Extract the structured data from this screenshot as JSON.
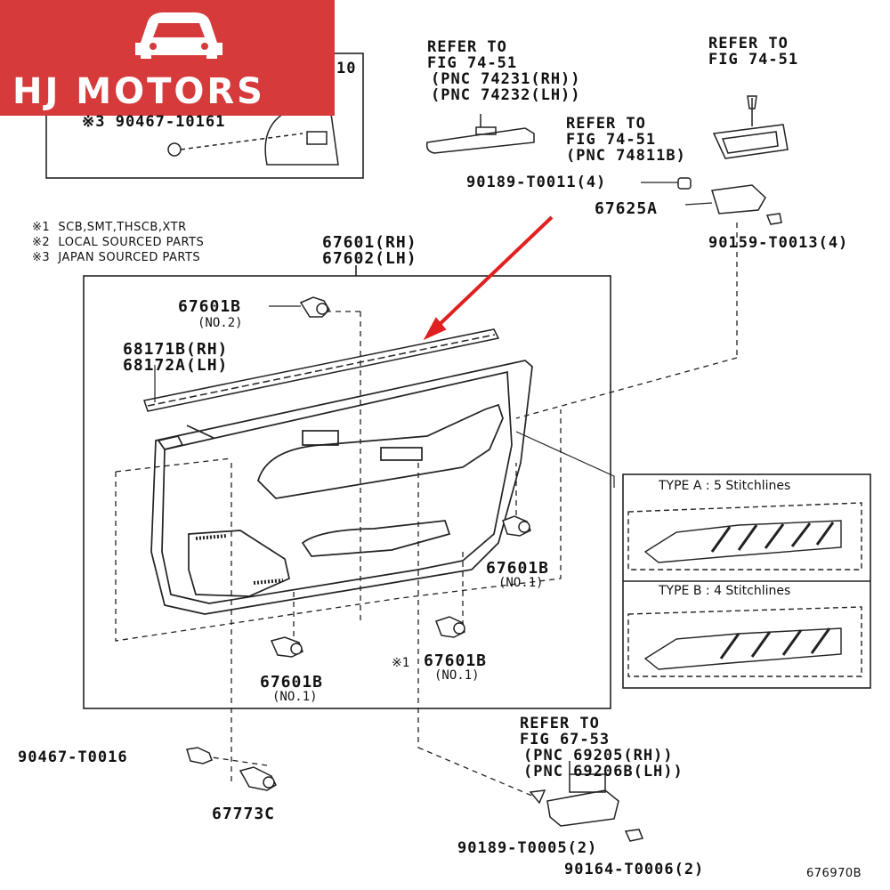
{
  "brand": {
    "name": "HJ MOTORS",
    "icon": "car-icon",
    "color": "#d63a3a"
  },
  "inset_partial": {
    "part_tail": "10",
    "part_bottom": "※3 90467-10161"
  },
  "notes": [
    "※1  SCB,SMT,THSCB,XTR",
    "※2  LOCAL SOURCED PARTS",
    "※3  JAPAN SOURCED PARTS"
  ],
  "refs": {
    "armrest": [
      "REFER TO",
      "FIG 74-51",
      "(PNC 74231(RH))",
      "(PNC 74232(LH))"
    ],
    "cup": [
      "REFER TO",
      "FIG 74-51"
    ],
    "ashtray": [
      "REFER TO",
      "FIG 74-51",
      "(PNC 74811B)"
    ],
    "handle": [
      "REFER TO",
      "FIG 67-53",
      "(PNC 69205(RH))",
      "(PNC 69206B(LH))"
    ]
  },
  "parts": {
    "p90189_top": "90189-T0011(4)",
    "p67625A": "67625A",
    "p90159": "90159-T0013(4)",
    "panel_rh": "67601(RH)",
    "panel_lh": "67602(LH)",
    "clip_no2": "67601B",
    "clip_no2_sub": "(NO.2)",
    "weather_rh": "68171B(RH)",
    "weather_lh": "68172A(LH)",
    "clip_right": "67601B",
    "clip_right_sub": "(NO.1)",
    "clip_mid_prefix": "※1",
    "clip_mid": "67601B",
    "clip_mid_sub": "(NO.1)",
    "clip_left": "67601B",
    "clip_left_sub": "(NO.1)",
    "p90467": "90467-T0016",
    "p67773C": "67773C",
    "p90189_bot": "90189-T0005(2)",
    "p90164": "90164-T0006(2)"
  },
  "types": {
    "a": "TYPE A : 5 Stitchlines",
    "b": "TYPE B : 4 Stitchlines"
  },
  "figure_code": "676970B",
  "colors": {
    "arrow": "#e02020",
    "line": "#222222"
  }
}
